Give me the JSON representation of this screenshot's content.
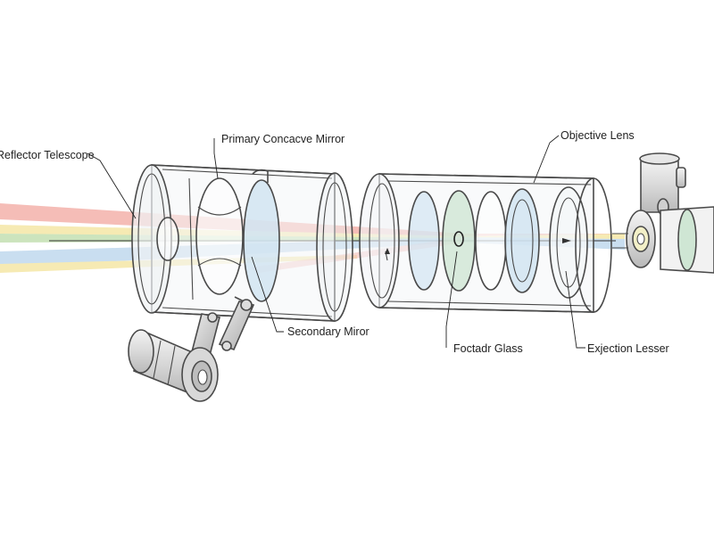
{
  "labels": {
    "reflector_telescope": "Reflector Telescope",
    "primary_mirror": "Primary Concacve Mirror",
    "secondary_mirror": "Secondary Miror",
    "objective_lens": "Objective Lens",
    "focal_glass": "Foctadr Glass",
    "ejection_lens": "Exjection Lesser"
  },
  "colors": {
    "beam_red": "#f2a7a0",
    "beam_yellow": "#f3e39a",
    "beam_green": "#bcdca8",
    "beam_blue": "#b7d3ec",
    "outline": "#4a4a4a",
    "lens_blue": "#cfe3f1",
    "lens_green": "#cfe6d4"
  }
}
